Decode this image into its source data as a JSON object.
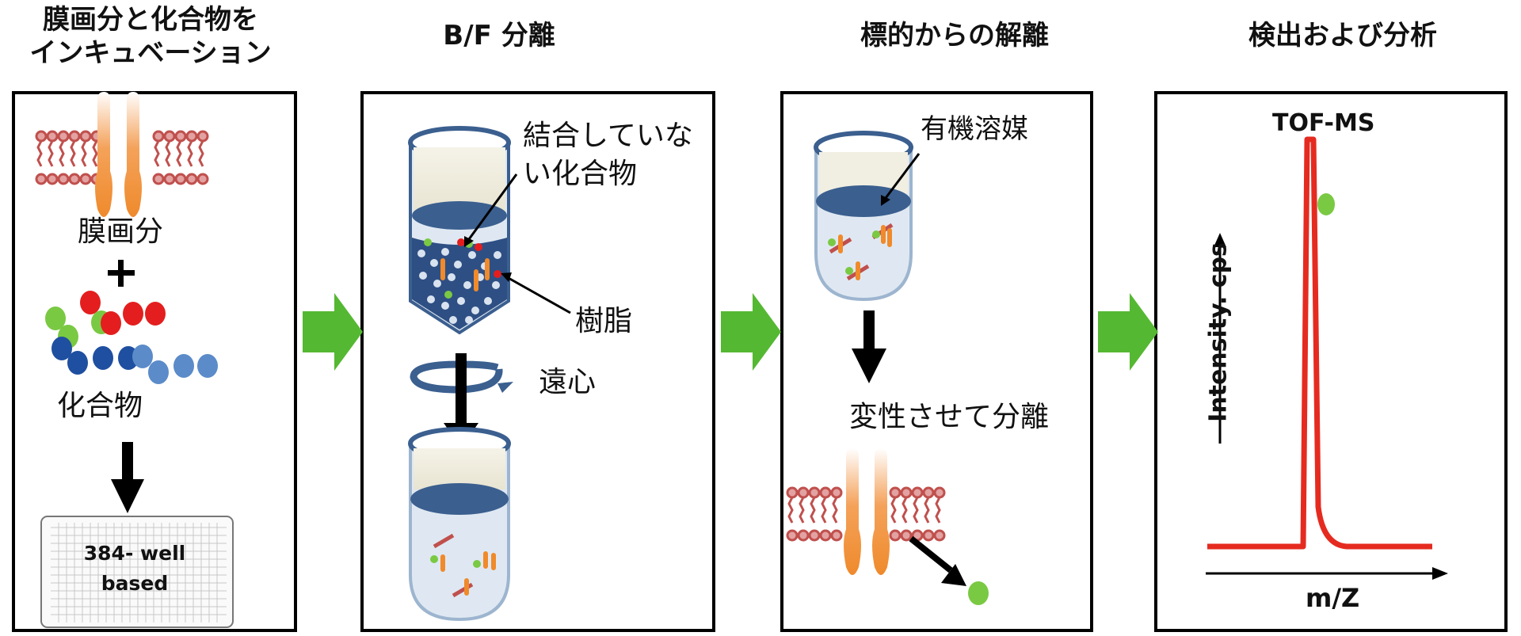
{
  "steps": [
    {
      "title_line1": "膜画分と化合物を",
      "title_line2": "インキュベーション"
    },
    {
      "title": "B/F 分離"
    },
    {
      "title": "標的からの解離"
    },
    {
      "title": "検出および分析"
    }
  ],
  "panel1": {
    "membrane_label": "膜画分",
    "plus": "+",
    "compound_label": "化合物",
    "plate_line1": "384- well",
    "plate_line2": "based"
  },
  "panel2": {
    "unbound_line1": "結合していな",
    "unbound_line2": "い化合物",
    "resin_label": "樹脂",
    "centrifuge_label": "遠心"
  },
  "panel3": {
    "solvent_label": "有機溶媒",
    "denature_label": "変性させて分離"
  },
  "panel4": {
    "instrument": "TOF-MS",
    "y_axis": "Intensity. cps",
    "x_axis": "m/Z"
  },
  "colors": {
    "arrow_green": "#55b832",
    "receptor_orange": "#f08a2a",
    "lipid_red": "#c0504d",
    "tube_blue": "#3b5f8f",
    "peak_red": "#e52b20",
    "compound_green": "#7ac943",
    "compound_red": "#e41e1e",
    "compound_blue": "#1f4fa0"
  }
}
